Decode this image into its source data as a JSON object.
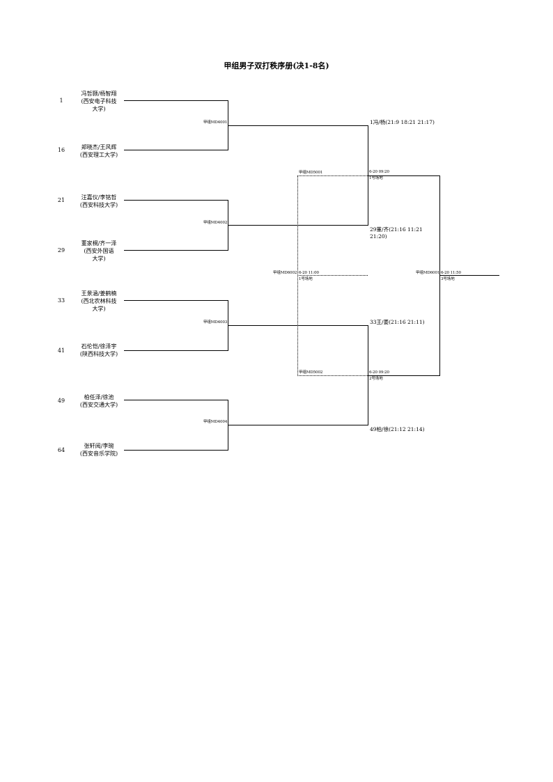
{
  "title": "甲组男子双打秩序册(决1-8名)",
  "players": [
    {
      "seed": "1",
      "lines": [
        "冯哲颢/杨智翔",
        "(西安电子科技",
        "大学)"
      ]
    },
    {
      "seed": "16",
      "lines": [
        "郑晓杰/王风辉",
        "(西安理工大学)"
      ]
    },
    {
      "seed": "21",
      "lines": [
        "汪嘉仪/李铭哲",
        "(西安科技大学)"
      ]
    },
    {
      "seed": "29",
      "lines": [
        "董家桐/齐一泽",
        "(西安外国语",
        "大学)"
      ]
    },
    {
      "seed": "33",
      "lines": [
        "王景涵/姜鹤楠",
        "(西北农林科技",
        "大学)"
      ]
    },
    {
      "seed": "41",
      "lines": [
        "石伦恺/徐泽宇",
        "(陕西科技大学)"
      ]
    },
    {
      "seed": "49",
      "lines": [
        "柏任泽/徐池",
        "(西安交通大学)"
      ]
    },
    {
      "seed": "64",
      "lines": [
        "张轩阅/李琬",
        "(西安音乐学院)"
      ]
    }
  ],
  "round1": [
    {
      "code": "甲组MD4001",
      "result": [
        "1冯/杨(21:9 18:21 21:17)"
      ]
    },
    {
      "code": "甲组MD4002",
      "result": [
        "29董/齐(21:16 11:21",
        "21:20)"
      ]
    },
    {
      "code": "甲组MD4003",
      "result": [
        "33王/姜(21:16 21:11)"
      ]
    },
    {
      "code": "甲组MD4004",
      "result": [
        "49柏/徐(21:12 21:14)"
      ]
    }
  ],
  "semis": [
    {
      "code": "甲组MD5001",
      "time": "6-20 09:20",
      "court": "1号场地"
    },
    {
      "code": "甲组MD5002",
      "time": "6-20 09:20",
      "court": "2号场地"
    }
  ],
  "final": {
    "code": "甲组MD6001",
    "time": "6-20 11:50",
    "court": "3号场地"
  },
  "third": {
    "code": "甲组MD6002",
    "time": "6-20 11:00",
    "court": "1号场地"
  }
}
